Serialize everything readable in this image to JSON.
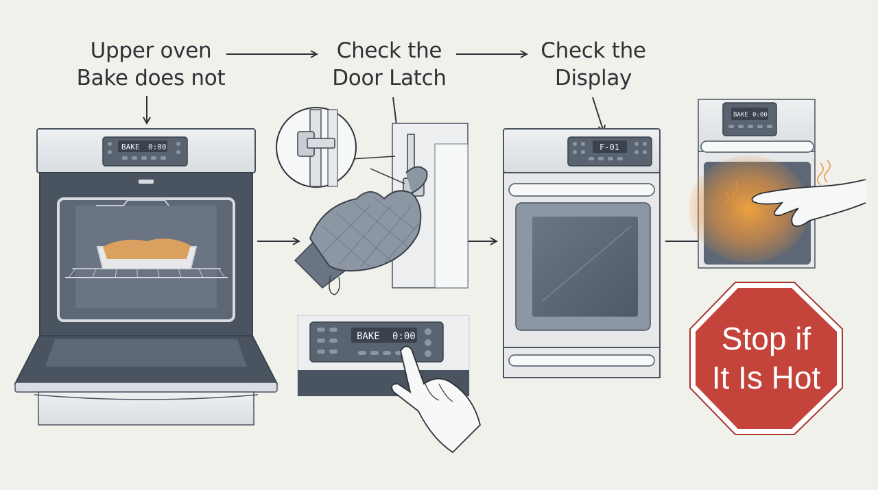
{
  "captions": {
    "step1": {
      "line1": "Upper oven",
      "line2": "Bake does not"
    },
    "step2": {
      "line1": "Check the",
      "line2": "Door Latch"
    },
    "step3": {
      "line1": "Check the",
      "line2": "Display"
    }
  },
  "displays": {
    "oven1_mode": "BAKE",
    "oven1_time": "0:00",
    "keypad_mode": "BAKE",
    "keypad_time": "0:00",
    "oven3_code": "F-01",
    "oven4_mode": "BAKE",
    "oven4_time": "0:00"
  },
  "stop_sign": {
    "line1": "Stop if",
    "line2": "It Is Hot",
    "color": "#c4433a"
  },
  "icons": [
    "arrow-right-icon",
    "arrow-down-icon",
    "oven-mitt-icon",
    "hand-icon",
    "heat-waves-icon",
    "magnifier-circle-icon"
  ],
  "colors": {
    "background": "#f1f1ec",
    "oven_steel": "#e6e8ea",
    "oven_dark": "#4a5360",
    "glass": "#5d6876",
    "heat_glow": "#f0a13a",
    "ink": "#2e3136"
  }
}
